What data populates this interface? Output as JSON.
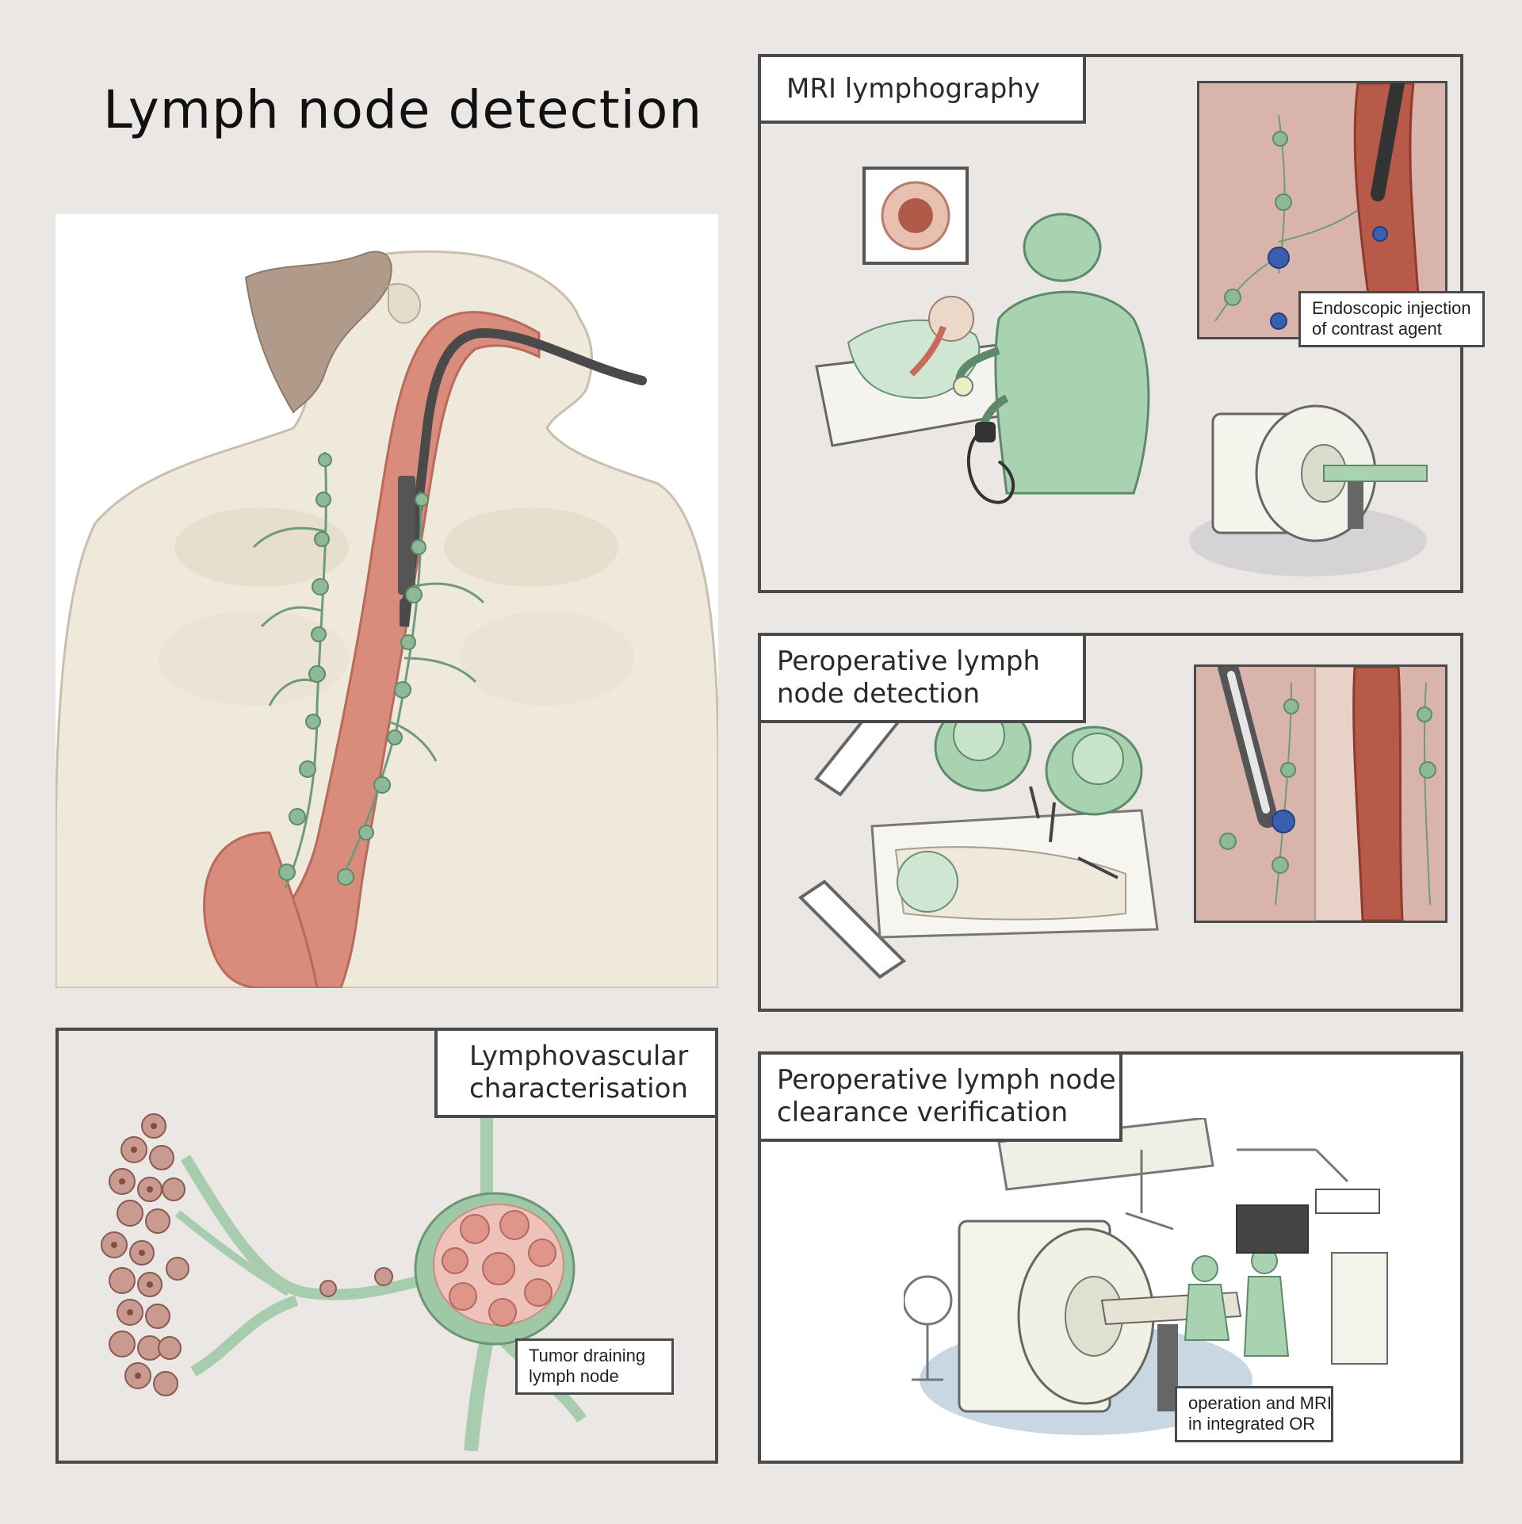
{
  "title": "Lymph node detection",
  "panels": {
    "mri": {
      "label": "MRI lymphography",
      "callout_line1": "Endoscopic injection",
      "callout_line2": "of contrast agent"
    },
    "peroperative_detection": {
      "label_line1": "Peroperative lymph",
      "label_line2": "node detection"
    },
    "lymphovascular": {
      "label_line1": "Lymphovascular",
      "label_line2": "characterisation",
      "callout_line1": "Tumor draining",
      "callout_line2": "lymph node"
    },
    "clearance": {
      "label_line1": "Peroperative lymph node",
      "label_line2": "clearance verification",
      "callout_line1": "operation and MRI",
      "callout_line2": "in integrated OR"
    }
  },
  "colors": {
    "background": "#ebe7e5",
    "border": "#4a4a4a",
    "skin": "#efe9dc",
    "esophagus": "#d98c7c",
    "lymph_green": "#8db997",
    "contrast_blue": "#3a5fb0",
    "scrubs_green": "#a8d2b0"
  }
}
